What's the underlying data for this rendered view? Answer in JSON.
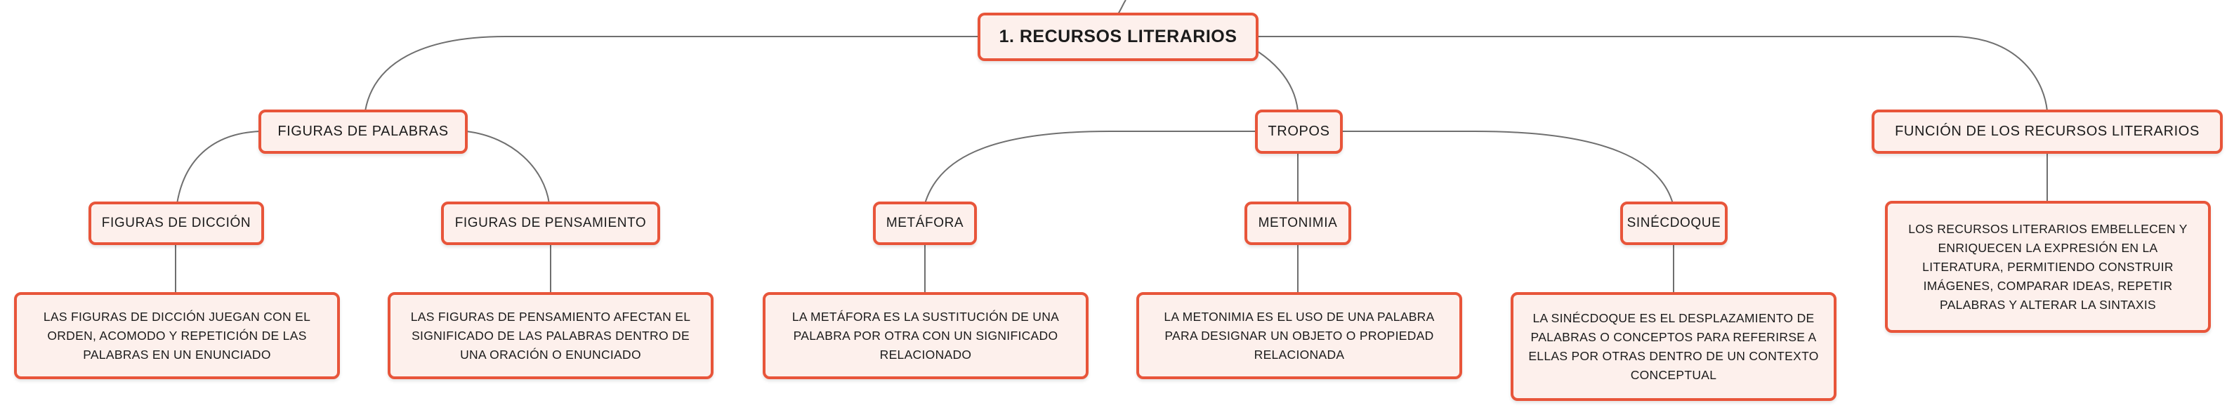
{
  "root": {
    "label": "1. RECURSOS LITERARIOS"
  },
  "branches": {
    "figuras_palabras": {
      "label": "FIGURAS DE PALABRAS",
      "diccion": {
        "label": "FIGURAS DE DICCIÓN",
        "description": "LAS FIGURAS DE DICCIÓN JUEGAN CON EL ORDEN, ACOMODO Y REPETICIÓN DE LAS PALABRAS EN UN ENUNCIADO"
      },
      "pensamiento": {
        "label": "FIGURAS DE PENSAMIENTO",
        "description": "LAS FIGURAS DE PENSAMIENTO AFECTAN EL SIGNIFICADO DE LAS PALABRAS DENTRO DE UNA ORACIÓN O ENUNCIADO"
      }
    },
    "tropos": {
      "label": "TROPOS",
      "metafora": {
        "label": "METÁFORA",
        "description": "LA METÁFORA ES LA SUSTITUCIÓN DE UNA PALABRA POR OTRA CON UN SIGNIFICADO RELACIONADO"
      },
      "metonimia": {
        "label": "METONIMIA",
        "description": "LA METONIMIA ES EL USO DE UNA PALABRA PARA DESIGNAR UN OBJETO O PROPIEDAD RELACIONADA"
      },
      "sinecdoque": {
        "label": "SINÉCDOQUE",
        "description": "LA SINÉCDOQUE ES EL DESPLAZAMIENTO DE PALABRAS O CONCEPTOS PARA REFERIRSE A ELLAS POR OTRAS DENTRO DE UN CONTEXTO CONCEPTUAL"
      }
    },
    "funcion": {
      "label": "FUNCIÓN DE LOS RECURSOS LITERARIOS",
      "description": "LOS RECURSOS LITERARIOS EMBELLECEN Y ENRIQUECEN LA EXPRESIÓN EN LA LITERATURA, PERMITIENDO CONSTRUIR IMÁGENES, COMPARAR IDEAS, REPETIR PALABRAS Y ALTERAR LA SINTAXIS"
    }
  },
  "colors": {
    "node_border": "#e8553a",
    "node_fill": "#fdf0ec",
    "connector": "#6f6f6f"
  }
}
